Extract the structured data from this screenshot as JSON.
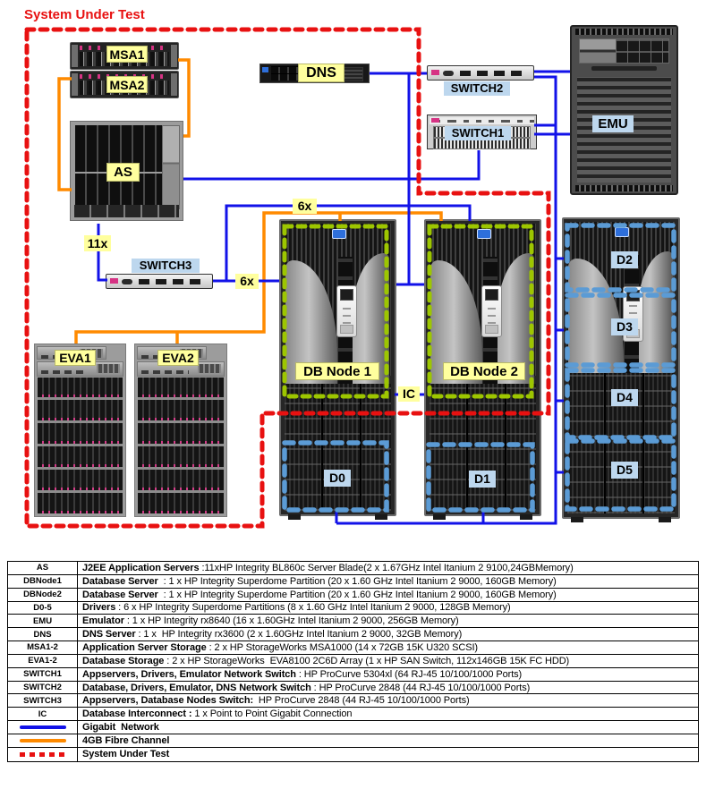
{
  "title": "System Under Test",
  "colors": {
    "gigabit_network": "#1212E8",
    "fibre_channel": "#FF8A00",
    "system_under_test": "#E81111",
    "db_node_region": "#9DC600",
    "driver_region": "#5B9BD5",
    "device_label_bg": "#FFFF9E",
    "partition_label_bg": "#BDD7EE"
  },
  "devices": {
    "msa1": "MSA1",
    "msa2": "MSA2",
    "as": "AS",
    "dns": "DNS",
    "switch1": "SWITCH1",
    "switch2": "SWITCH2",
    "switch3": "SWITCH3",
    "emu": "EMU",
    "eva1": "EVA1",
    "eva2": "EVA2",
    "dbnode1": "DB Node 1",
    "dbnode2": "DB Node 2",
    "d0": "D0",
    "d1": "D1",
    "d2": "D2",
    "d3": "D3",
    "d4": "D4",
    "d5": "D5"
  },
  "annotations": {
    "as_switch3_links": "11x",
    "switch3_dbnode2_links": "6x",
    "switch3_dbnode1_links": "6x",
    "interconnect": "IC"
  },
  "table": {
    "rows": [
      {
        "key": "AS",
        "bold": "J2EE Application Servers",
        "rest": " :11xHP Integrity BL860c Server Blade(2 x 1.67GHz Intel Itanium 2 9100,24GBMemory)"
      },
      {
        "key": "DBNode1",
        "bold": "Database Server",
        "rest": "  : 1 x HP Integrity Superdome Partition (20 x 1.60 GHz Intel Itanium 2 9000, 160GB Memory)"
      },
      {
        "key": "DBNode2",
        "bold": "Database Server",
        "rest": "  : 1 x HP Integrity Superdome Partition (20 x 1.60 GHz Intel Itanium 2 9000, 160GB Memory)"
      },
      {
        "key": "D0-5",
        "bold": "Drivers",
        "rest": " : 6 x HP Integrity Superdome Partitions (8 x 1.60 GHz Intel Itanium 2 9000, 128GB Memory)"
      },
      {
        "key": "EMU",
        "bold": "Emulator",
        "rest": " : 1 x HP Integrity rx8640 (16 x 1.60GHz Intel Itanium 2 9000, 256GB Memory)"
      },
      {
        "key": "DNS",
        "bold": "DNS Server",
        "rest": " : 1 x  HP Integrity rx3600 (2 x 1.60GHz Intel Itanium 2 9000, 32GB Memory)"
      },
      {
        "key": "MSA1-2",
        "bold": "Application Server Storage",
        "rest": " : 2 x HP StorageWorks MSA1000 (14 x 72GB 15K U320 SCSI)"
      },
      {
        "key": "EVA1-2",
        "bold": "Database Storage",
        "rest": " : 2 x HP StorageWorks  EVA8100 2C6D Array (1 x HP SAN Switch, 112x146GB 15K FC HDD)"
      },
      {
        "key": "SWITCH1",
        "bold": "Appservers, Drivers, Emulator Network Switch",
        "rest": " : HP ProCurve 5304xl (64 RJ-45 10/100/1000 Ports)"
      },
      {
        "key": "SWITCH2",
        "bold": "Database, Drivers, Emulator, DNS Network Switch",
        "rest": " : HP ProCurve 2848 (44 RJ-45 10/100/1000 Ports)"
      },
      {
        "key": "SWITCH3",
        "bold": "Appservers, Database Nodes Switch:",
        "rest": "  HP ProCurve 2848 (44 RJ-45 10/100/1000 Ports)"
      },
      {
        "key": "IC",
        "bold": "Database Interconnect :",
        "rest": " 1 x Point to Point Gigabit Connection"
      }
    ]
  },
  "legend": [
    {
      "swatch": "gigabit",
      "label": "Gigabit  Network"
    },
    {
      "swatch": "fibre",
      "label": "4GB Fibre Channel"
    },
    {
      "swatch": "sut",
      "label": "System Under Test"
    }
  ]
}
